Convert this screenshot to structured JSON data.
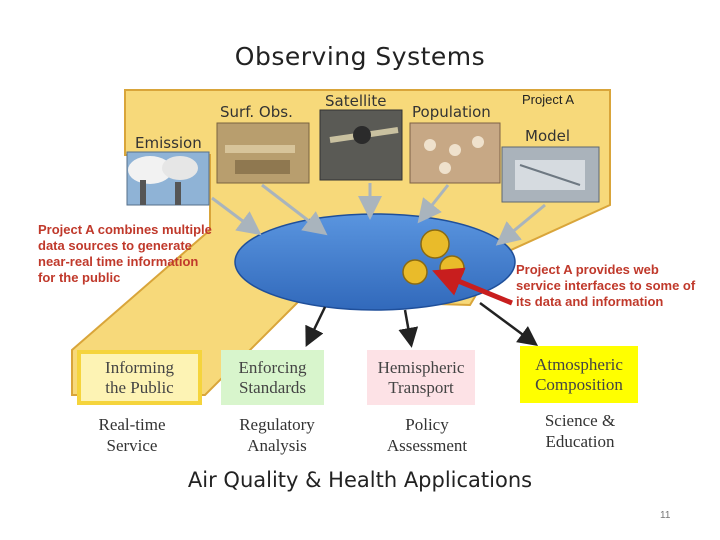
{
  "title": "Observing Systems",
  "sources": {
    "surf_obs": "Surf. Obs.",
    "satellite": "Satellite",
    "population": "Population",
    "emission": "Emission",
    "model": "Model",
    "project": "Project A"
  },
  "notes": {
    "left": [
      "Project A combines multiple",
      "data sources to generate",
      "near-real time information",
      "for the public"
    ],
    "right": [
      "Project A provides web",
      "service interfaces to some of",
      "its data and information"
    ]
  },
  "applications": [
    {
      "label": [
        "Informing",
        "the Public"
      ],
      "sub": [
        "Real-time",
        "Service"
      ],
      "color": "#fdf3b4"
    },
    {
      "label": [
        "Enforcing",
        "Standards"
      ],
      "sub": [
        "Regulatory",
        "Analysis"
      ],
      "color": "#d8f5cc"
    },
    {
      "label": [
        "Hemispheric",
        "Transport"
      ],
      "sub": [
        "Policy",
        "Assessment"
      ],
      "color": "#fde2e6"
    },
    {
      "label": [
        "Atmospheric",
        "Composition"
      ],
      "sub": [
        "Science &",
        "Education"
      ],
      "color": "#ffff00"
    }
  ],
  "footer_title": "Air Quality & Health Applications",
  "page_number": "11",
  "colors": {
    "panel": "#f7d97a",
    "pool": "#3f7fd0",
    "node": "#e9bb2a",
    "arrow_red": "#c81e1e"
  }
}
